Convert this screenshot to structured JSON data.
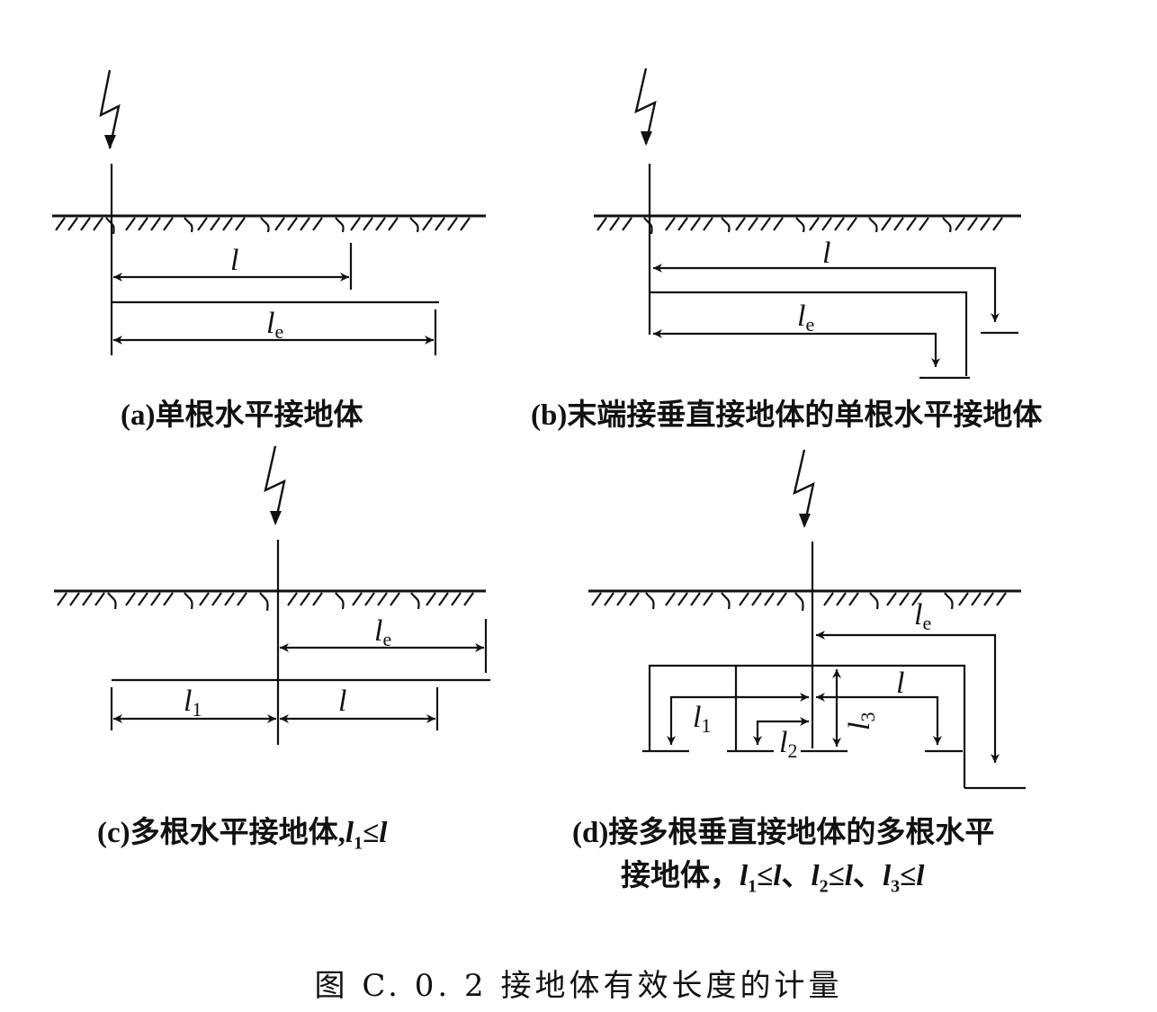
{
  "panels": {
    "a": {
      "l": "l",
      "le": "l",
      "le_sub": "e",
      "caption": "(a)单根水平接地体"
    },
    "b": {
      "l": "l",
      "le": "l",
      "le_sub": "e",
      "caption": "(b)末端接垂直接地体的单根水平接地体"
    },
    "c": {
      "le": "l",
      "le_sub": "e",
      "l1": "l",
      "l1_sub": "1",
      "l": "l",
      "caption_text": "(c)多根水平接地体,",
      "caption_math": [
        "l",
        "1",
        "≤",
        "l"
      ]
    },
    "d": {
      "le": "l",
      "le_sub": "e",
      "l": "l",
      "l1": "l",
      "l1_sub": "1",
      "l2": "l",
      "l2_sub": "2",
      "l3": "l",
      "l3_sub": "3",
      "caption_line1": "(d)接多根垂直接地体的多根水平",
      "caption_line2_text": "接地体，",
      "caption_line2_math": [
        "l",
        "1",
        "≤",
        "l",
        "、",
        "l",
        "2",
        "≤",
        "l",
        "、",
        "l",
        "3",
        "≤",
        "l"
      ]
    }
  },
  "figure_title": "图 C. 0. 2   接地体有效长度的计量"
}
